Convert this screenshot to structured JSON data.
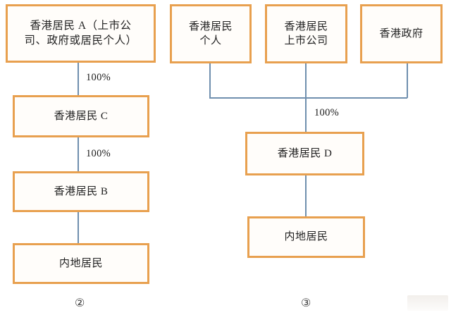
{
  "diagram": {
    "title_left_caption": "②",
    "title_right_caption": "③",
    "accent_color": "#e8a04f",
    "line_color": "#6f8fae",
    "box_fill": "#fffdfa",
    "text_color": "#222222"
  },
  "left_chart": {
    "caption": "②",
    "nodes": [
      {
        "id": "A",
        "label": "香港居民 A（上市公\n司、政府或居民个人）"
      },
      {
        "id": "C",
        "label": "香港居民 C"
      },
      {
        "id": "B",
        "label": "香港居民 B"
      },
      {
        "id": "ML",
        "label": "内地居民"
      }
    ],
    "edges": [
      {
        "from": "A",
        "to": "C",
        "label": "100%"
      },
      {
        "from": "C",
        "to": "B",
        "label": "100%"
      },
      {
        "from": "B",
        "to": "ML",
        "label": ""
      }
    ]
  },
  "right_chart": {
    "caption": "③",
    "nodes": [
      {
        "id": "P1",
        "label": "香港居民\n个人"
      },
      {
        "id": "P2",
        "label": "香港居民\n上市公司"
      },
      {
        "id": "P3",
        "label": "香港政府"
      },
      {
        "id": "D",
        "label": "香港居民 D"
      },
      {
        "id": "MR",
        "label": "内地居民"
      }
    ],
    "edges": [
      {
        "from": "P1,P2,P3",
        "to": "D",
        "label": "100%"
      },
      {
        "from": "D",
        "to": "MR",
        "label": ""
      }
    ]
  }
}
